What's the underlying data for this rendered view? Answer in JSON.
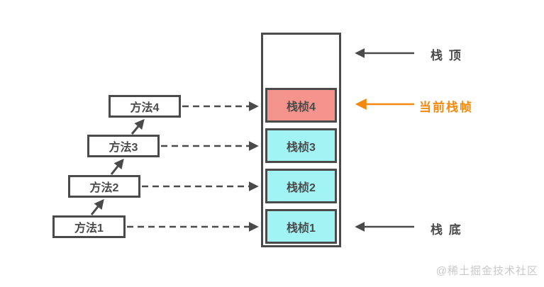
{
  "diagram": {
    "methods": [
      {
        "label": "方法1"
      },
      {
        "label": "方法2"
      },
      {
        "label": "方法3"
      },
      {
        "label": "方法4"
      }
    ],
    "stack": {
      "frames": [
        {
          "label": "栈桢1",
          "fill": "#a2f3f4"
        },
        {
          "label": "栈桢2",
          "fill": "#a2f3f4"
        },
        {
          "label": "栈桢3",
          "fill": "#a2f3f4"
        },
        {
          "label": "栈桢4",
          "fill": "#f5948c"
        }
      ]
    },
    "annotations": {
      "stack_top": "栈 顶",
      "current_frame": "当前栈帧",
      "stack_bottom": "栈 底"
    },
    "watermark": "@稀土掘金技术社区",
    "colors": {
      "stroke": "#4a4a4a",
      "frame_fill": "#a2f3f4",
      "current_frame_fill": "#f5948c",
      "accent_orange": "#f5890f",
      "watermark_gray": "#c9c9c9"
    }
  }
}
